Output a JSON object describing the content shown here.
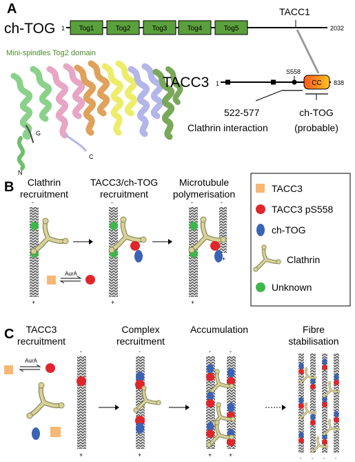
{
  "panelA": {
    "letter": "A",
    "chtog_label": "ch-TOG",
    "chtog_start": "1",
    "chtog_end": "2032",
    "tog_domains": [
      "Tog1",
      "Tog2",
      "Tog3",
      "Tog4",
      "Tog5"
    ],
    "tacc1_label": "TACC1",
    "structure_title": "Mini-spindles Tog2 domain",
    "terminus_n": "N",
    "terminus_c": "C",
    "tacc3_label": "TACC3",
    "tacc3_start": "1",
    "tacc3_end": "838",
    "s558_label": "S558",
    "cc_label": "CC",
    "clathrin_range": "522-577",
    "clathrin_text": "Clathrin interaction",
    "chtog_probable_1": "ch-TOG",
    "chtog_probable_2": "(probable)"
  },
  "panelB": {
    "letter": "B",
    "steps": [
      {
        "line1": "Clathrin",
        "line2": "recruitment"
      },
      {
        "line1": "TACC3/ch-TOG",
        "line2": "recruitment"
      },
      {
        "line1": "Microtubule",
        "line2": "polymerisation"
      }
    ],
    "aura_label": "AurA",
    "minus": "-",
    "plus": "+",
    "legend": [
      {
        "label": "TACC3",
        "icon": "orange-square",
        "color": "#f6b873"
      },
      {
        "label": "TACC3 pS558",
        "icon": "red-circle",
        "color": "#e0262b"
      },
      {
        "label": "ch-TOG",
        "icon": "blue-ellipse",
        "color": "#3b63b5"
      },
      {
        "label": "Clathrin",
        "icon": "clathrin-triskelion",
        "color": "#c8c48a"
      },
      {
        "label": "Unknown",
        "icon": "green-circle",
        "color": "#3cb84a"
      }
    ]
  },
  "panelC": {
    "letter": "C",
    "steps": [
      {
        "line1": "TACC3",
        "line2": "recruitment"
      },
      {
        "line1": "Complex",
        "line2": "recruitment"
      },
      {
        "line1": "Accumulation",
        "line2": ""
      },
      {
        "line1": "Fibre",
        "line2": "stabilisation"
      }
    ],
    "aura_label": "AurA",
    "minus": "-",
    "plus": "+"
  },
  "colors": {
    "tog_green": "#5aa03c",
    "tacc3_orange": "#f6b873",
    "ps558_red": "#e0262b",
    "chtog_blue": "#3b63b5",
    "unknown_green": "#3cb84a",
    "clathrin_tan": "#c8c48a",
    "cc_red": "#e8321e"
  }
}
